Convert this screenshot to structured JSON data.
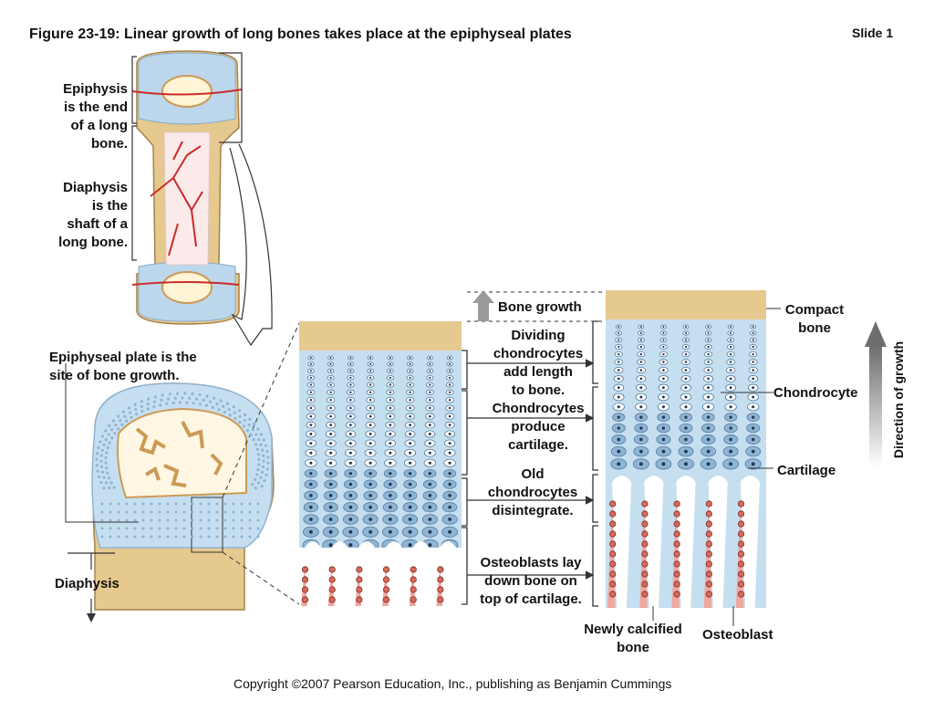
{
  "header": {
    "title": "Figure 23-19:  Linear growth of long bones takes place at the epiphyseal plates",
    "slide": "Slide 1"
  },
  "labels": {
    "epiphysis": "Epiphysis\nis the end\nof a long\nbone.",
    "diaphysis_top": "Diaphysis\nis the\nshaft of a\nlong bone.",
    "epiphyseal_plate": "Epiphyseal plate is the\nsite of bone growth.",
    "diaphysis_bottom": "Diaphysis",
    "bone_growth": "Bone growth",
    "dividing": "Dividing\nchondrocytes\nadd length\nto bone.",
    "produce": "Chondrocytes\nproduce\ncartilage.",
    "old": "Old\nchondrocytes\ndisintegrate.",
    "osteoblasts_lay": "Osteoblasts lay\ndown bone on\ntop of cartilage.",
    "compact_bone": "Compact\nbone",
    "chondrocyte": "Chondrocyte",
    "cartilage": "Cartilage",
    "direction": "Direction of growth",
    "newly_calcified": "Newly calcified\nbone",
    "osteoblast": "Osteoblast"
  },
  "footer": {
    "copyright": "Copyright ©2007 Pearson Education, Inc., publishing as Benjamin Cummings"
  },
  "colors": {
    "cartilage_blue": "#c6dff0",
    "cell_blue": "#8fb4d4",
    "bone_tan": "#e6c98e",
    "spongy_orange": "#d9a45a",
    "vessel_red": "#cc2a2a",
    "osteo_pink": "#f0a7a0"
  }
}
